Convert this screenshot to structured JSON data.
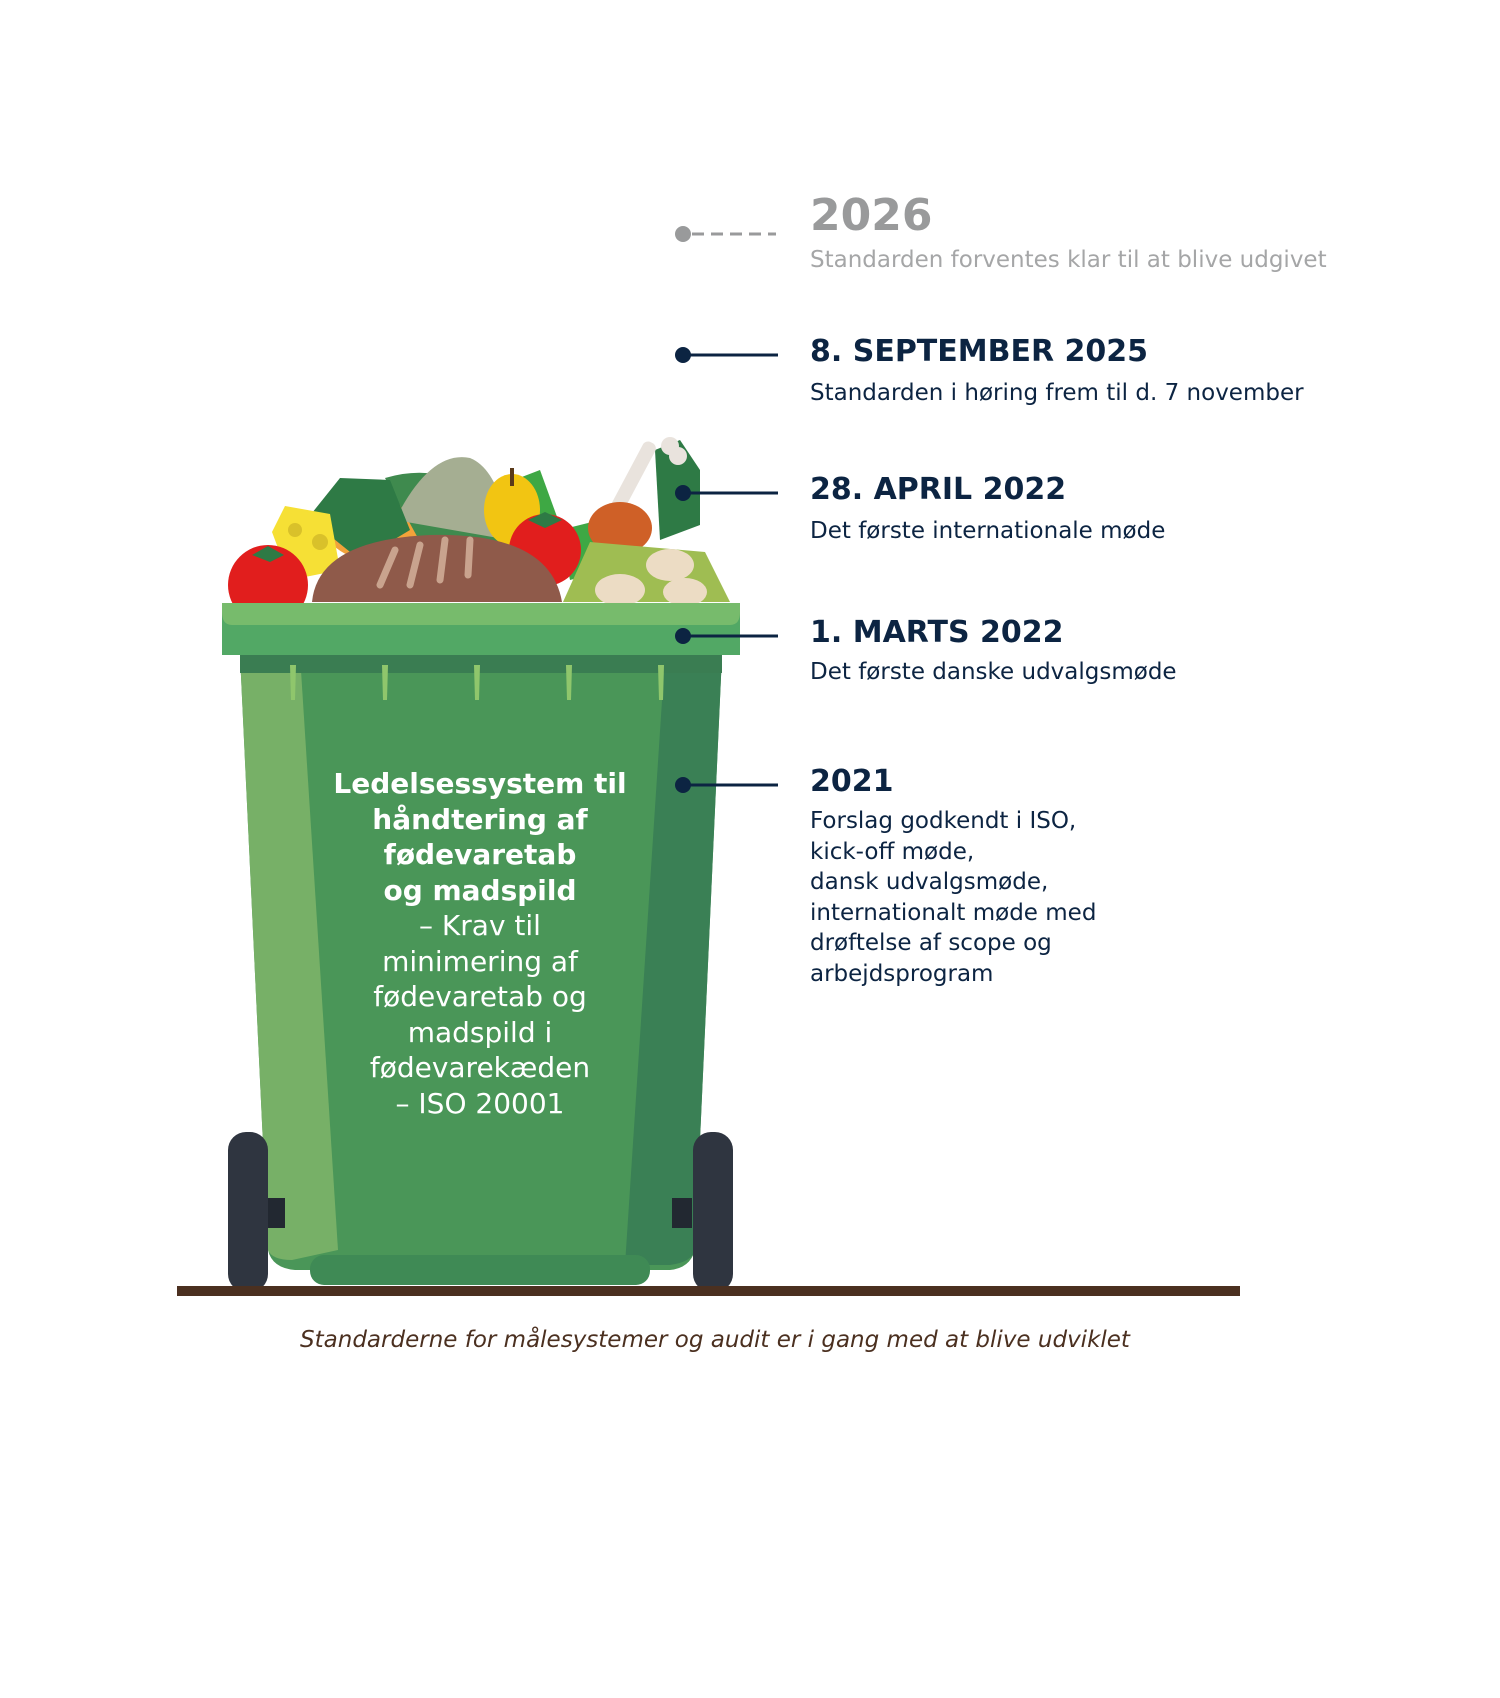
{
  "colors": {
    "navy": "#0c2442",
    "muted_gray": "#999a9b",
    "bin_green": "#4a9658",
    "bin_light_green": "#77b067",
    "bin_dark_green": "#3a8055",
    "ground_brown": "#4b3020"
  },
  "bin": {
    "lines": [
      {
        "text": "Ledelsessystem til",
        "bold": true
      },
      {
        "text": "håndtering af",
        "bold": true
      },
      {
        "text": "fødevaretab",
        "bold": true
      },
      {
        "text": "og madspild",
        "bold": true
      },
      {
        "text": "– Krav til",
        "bold": false
      },
      {
        "text": "minimering af",
        "bold": false
      },
      {
        "text": "fødevaretab og",
        "bold": false
      },
      {
        "text": "madspild i",
        "bold": false
      },
      {
        "text": "fødevarekæden",
        "bold": false
      },
      {
        "text": "– ISO 20001",
        "bold": false
      }
    ]
  },
  "timeline": [
    {
      "title": "2026",
      "desc": [
        "Standarden forventes klar til at blive udgivet"
      ],
      "status": "future"
    },
    {
      "title": "8. SEPTEMBER 2025",
      "desc": [
        "Standarden i høring frem til d. 7 november"
      ],
      "status": "done"
    },
    {
      "title": "28. APRIL 2022",
      "desc": [
        "Det første internationale møde"
      ],
      "status": "done"
    },
    {
      "title": "1. MARTS 2022",
      "desc": [
        "Det første danske udvalgsmøde"
      ],
      "status": "done"
    },
    {
      "title": "2021",
      "desc": [
        "Forslag godkendt i ISO,",
        "kick-off møde,",
        "dansk udvalgsmøde,",
        "internationalt møde med",
        "drøftelse af scope og",
        "arbejdsprogram"
      ],
      "status": "done"
    }
  ],
  "caption": "Standarderne for målesystemer og audit er i gang med at blive udviklet"
}
